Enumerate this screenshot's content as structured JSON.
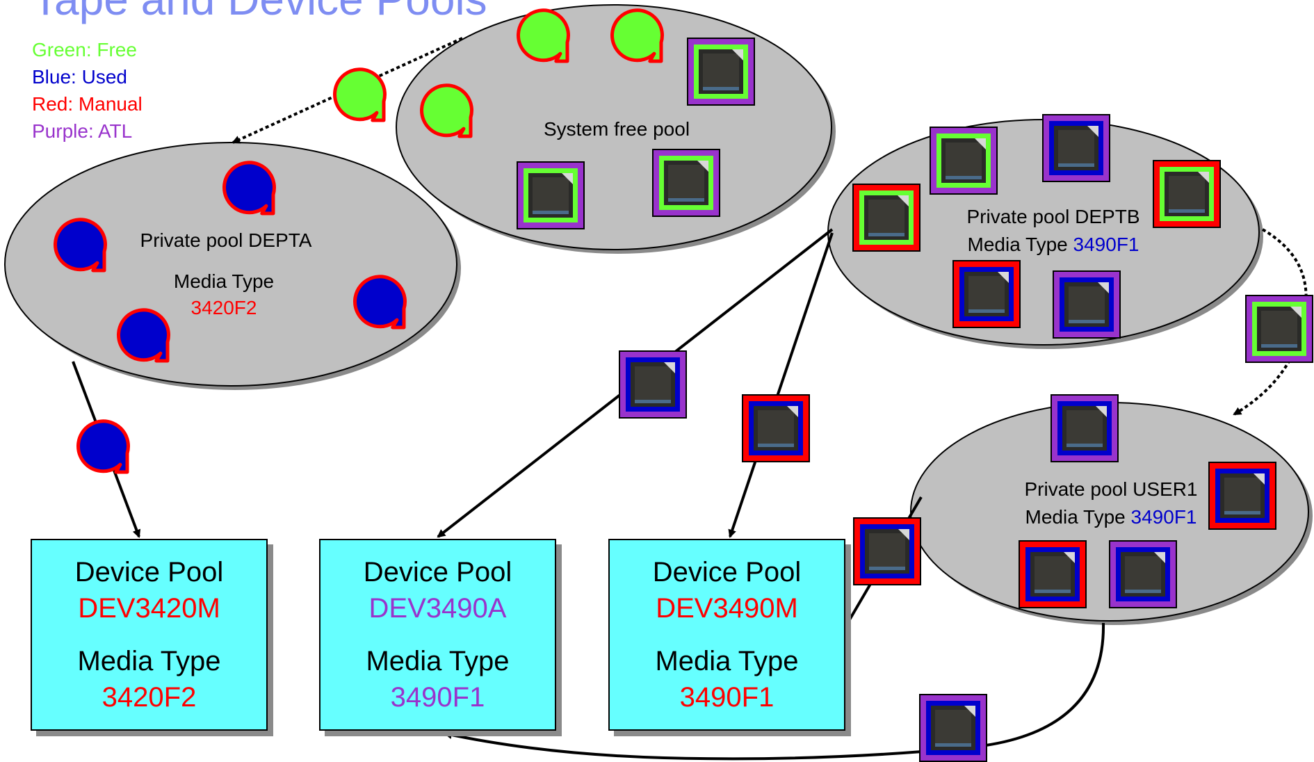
{
  "title": "Tape and Device Pools",
  "colors": {
    "free": "#66ff33",
    "used": "#0000cc",
    "manual": "#ff0000",
    "atl": "#9933cc",
    "ellipse_fill": "#c0c0c0",
    "box_fill": "#66ffff"
  },
  "legend": [
    {
      "label": "Green: Free",
      "color": "#66ff33"
    },
    {
      "label": "Blue: Used",
      "color": "#0000cc"
    },
    {
      "label": "Red: Manual",
      "color": "#ff0000"
    },
    {
      "label": "Purple: ATL",
      "color": "#9933cc"
    }
  ],
  "pools": {
    "system": {
      "name": "System free pool"
    },
    "depta": {
      "name": "Private pool DEPTA",
      "media_label": "Media Type",
      "media_value": "3420F2"
    },
    "deptb": {
      "name": "Private pool DEPTB",
      "media_label": "Media Type",
      "media_value": "3490F1"
    },
    "user1": {
      "name": "Private pool USER1",
      "media_label": "Media Type",
      "media_value": "3490F1"
    }
  },
  "device_pools": [
    {
      "heading": "Device Pool",
      "name": "DEV3420M",
      "media_label": "Media Type",
      "media_value": "3420F2",
      "name_color": "#ff0000",
      "media_color": "#ff0000"
    },
    {
      "heading": "Device Pool",
      "name": "DEV3490A",
      "media_label": "Media Type",
      "media_value": "3490F1",
      "name_color": "#9933cc",
      "media_color": "#9933cc"
    },
    {
      "heading": "Device Pool",
      "name": "DEV3490M",
      "media_label": "Media Type",
      "media_value": "3490F1",
      "name_color": "#ff0000",
      "media_color": "#ff0000"
    }
  ],
  "icons": {
    "reel": "tape-reel-icon",
    "cartridge": "tape-cartridge-icon"
  }
}
